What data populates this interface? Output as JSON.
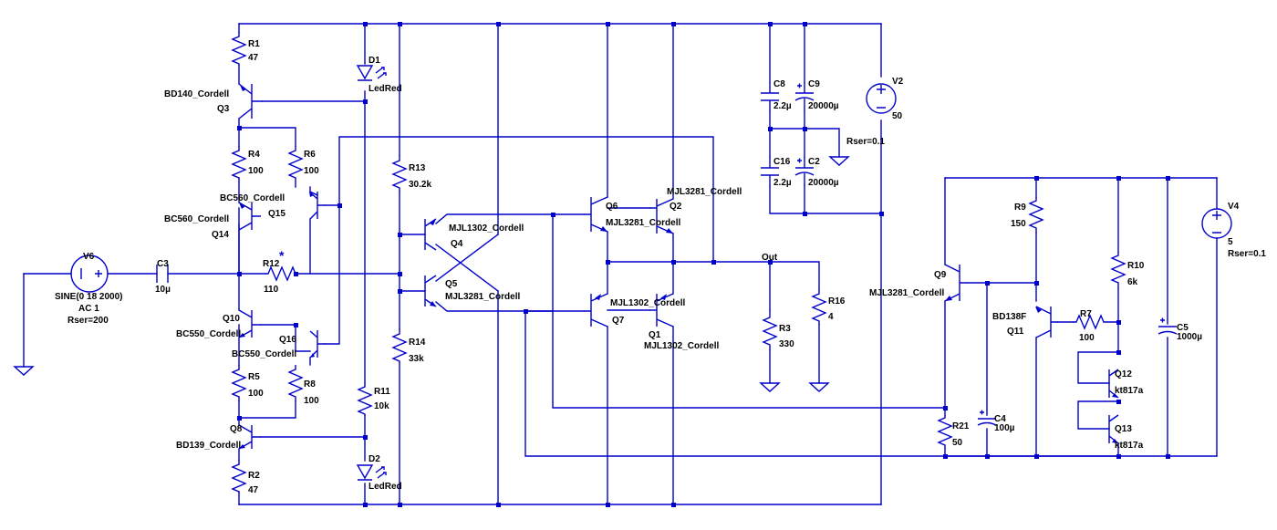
{
  "colors": {
    "wire": "#0000cc",
    "label": "#000000",
    "background": "#ffffff"
  },
  "components": {
    "R1": {
      "ref": "R1",
      "value": "47"
    },
    "R2": {
      "ref": "R2",
      "value": "47"
    },
    "R3": {
      "ref": "R3",
      "value": "330"
    },
    "R4": {
      "ref": "R4",
      "value": "100"
    },
    "R5": {
      "ref": "R5",
      "value": "100"
    },
    "R6": {
      "ref": "R6",
      "value": "100"
    },
    "R7": {
      "ref": "R7",
      "value": "100"
    },
    "R8": {
      "ref": "R8",
      "value": "100"
    },
    "R9": {
      "ref": "R9",
      "value": "150"
    },
    "R10": {
      "ref": "R10",
      "value": "6k"
    },
    "R11": {
      "ref": "R11",
      "value": "10k"
    },
    "R12": {
      "ref": "R12",
      "value": "110",
      "mark": "*"
    },
    "R13": {
      "ref": "R13",
      "value": "30.2k"
    },
    "R14": {
      "ref": "R14",
      "value": "33k"
    },
    "R16": {
      "ref": "R16",
      "value": "4"
    },
    "R21": {
      "ref": "R21",
      "value": "50"
    },
    "C2": {
      "ref": "C2",
      "value": "20000µ"
    },
    "C3": {
      "ref": "C3",
      "value": "10µ"
    },
    "C4": {
      "ref": "C4",
      "value": "100µ"
    },
    "C5": {
      "ref": "C5",
      "value": "1000µ"
    },
    "C8": {
      "ref": "C8",
      "value": "2.2µ"
    },
    "C9": {
      "ref": "C9",
      "value": "20000µ"
    },
    "C16": {
      "ref": "C16",
      "value": "2.2µ"
    },
    "D1": {
      "ref": "D1",
      "value": "LedRed"
    },
    "D2": {
      "ref": "D2",
      "value": "LedRed"
    },
    "Q1": {
      "ref": "Q1",
      "value": "MJL1302_Cordell"
    },
    "Q2": {
      "ref": "Q2",
      "value": "MJL3281_Cordell"
    },
    "Q3": {
      "ref": "Q3",
      "value": "BD140_Cordell"
    },
    "Q4": {
      "ref": "Q4",
      "value": "MJL1302_Cordell"
    },
    "Q5": {
      "ref": "Q5",
      "value": "MJL3281_Cordell"
    },
    "Q6": {
      "ref": "Q6",
      "value": "MJL3281_Cordell"
    },
    "Q7": {
      "ref": "Q7",
      "value": "MJL1302_Cordell"
    },
    "Q8": {
      "ref": "Q8",
      "value": "BD139_Cordell"
    },
    "Q9": {
      "ref": "Q9",
      "value": "MJL3281_Cordell"
    },
    "Q10": {
      "ref": "Q10",
      "value": "BC550_Cordell"
    },
    "Q11": {
      "ref": "Q11",
      "value": "BD138F"
    },
    "Q12": {
      "ref": "Q12",
      "value": "kt817a"
    },
    "Q13": {
      "ref": "Q13",
      "value": "kt817a"
    },
    "Q14": {
      "ref": "Q14",
      "value": "BC560_Cordell"
    },
    "Q15": {
      "ref": "Q15",
      "value": "BC560_Cordell"
    },
    "Q16": {
      "ref": "Q16",
      "value": "BC550_Cordell"
    },
    "V2": {
      "ref": "V2",
      "value": "50",
      "param": "Rser=0.1"
    },
    "V4": {
      "ref": "V4",
      "value": "5",
      "param": "Rser=0.1"
    },
    "V6": {
      "ref": "V6",
      "value": "SINE(0 18 2000)",
      "ac": "AC 1",
      "param": "Rser=200"
    }
  },
  "nets": {
    "out": "Out"
  }
}
